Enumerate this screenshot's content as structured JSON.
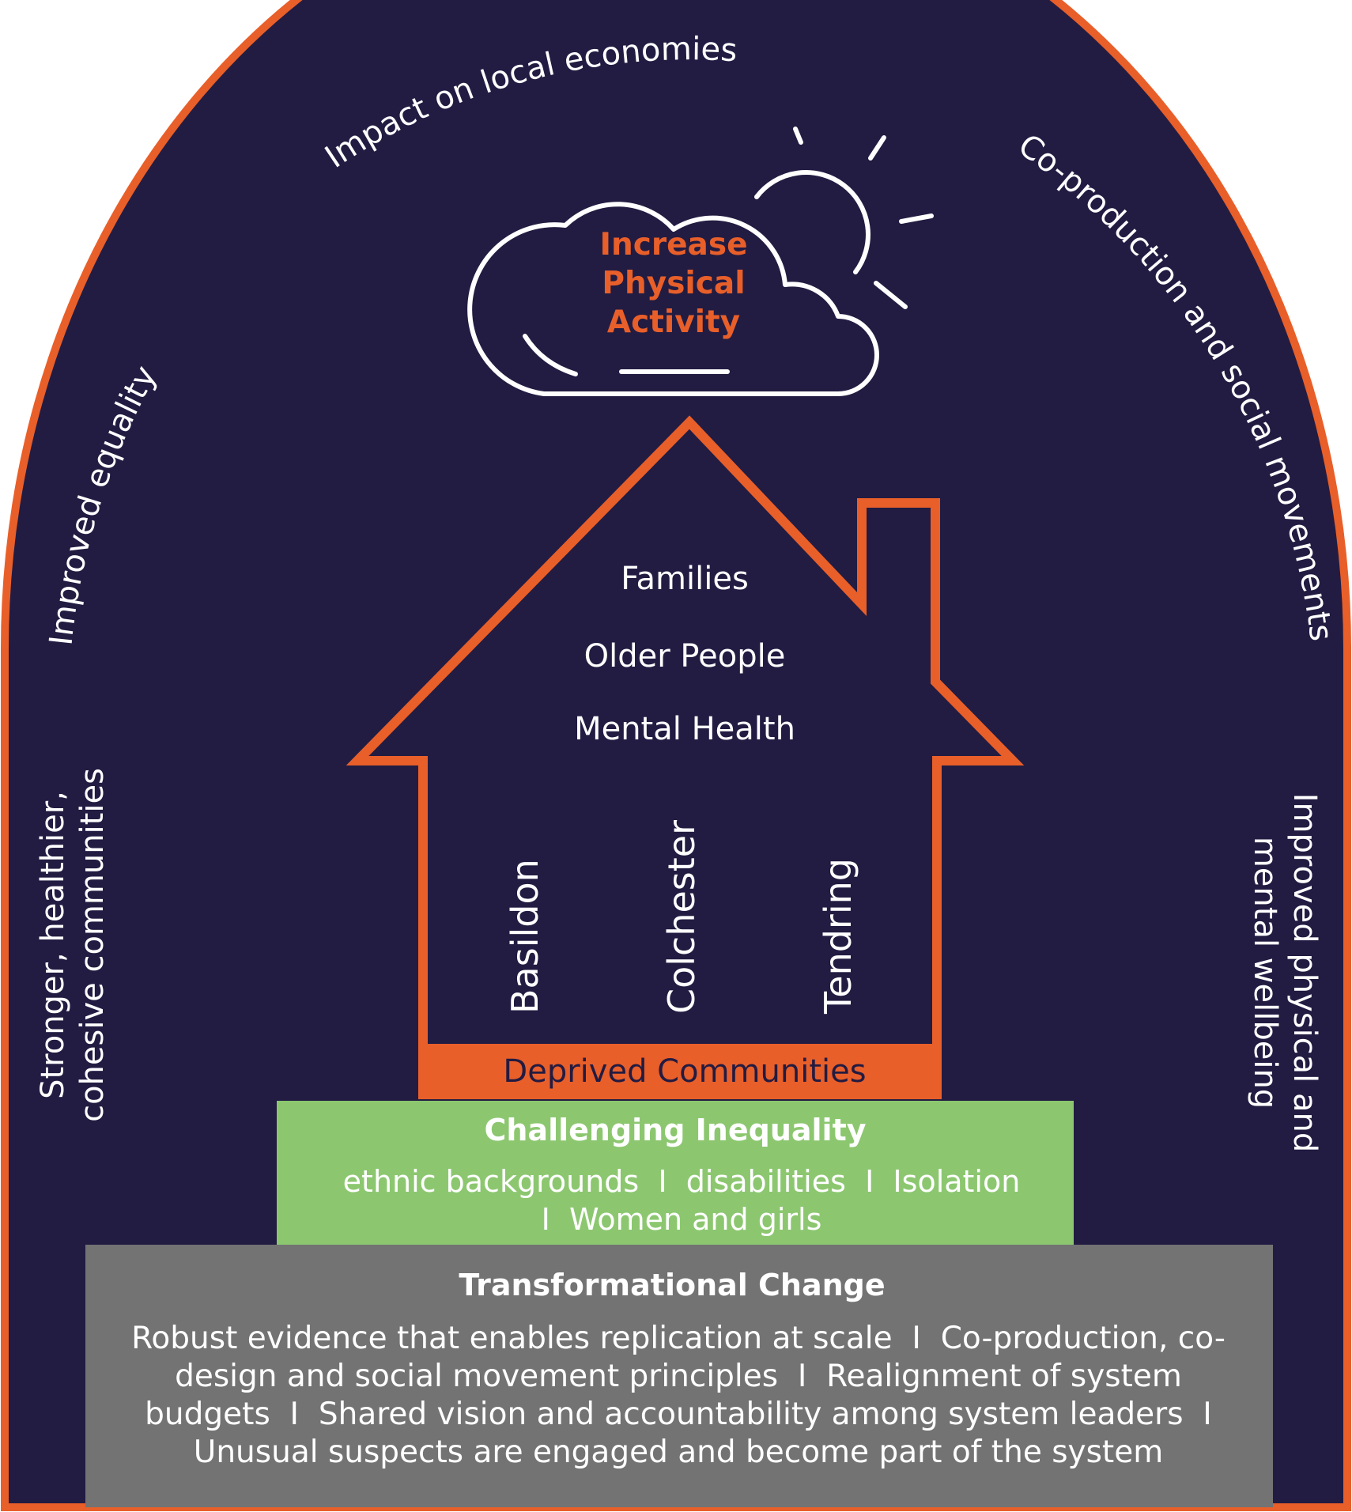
{
  "colors": {
    "background": "#221c42",
    "border_orange": "#e85f2a",
    "challenging_green": "#8cc770",
    "transformational_gray": "#737373",
    "text_white": "#ffffff",
    "text_orange": "#e85f2a"
  },
  "arch": {
    "top_label": "Impact on local economies",
    "right_upper_label": "Co-production and social movements",
    "left_upper_label": "Improved equality",
    "left_lower_label_line1": "Stronger, healthier,",
    "left_lower_label_line2": "cohesive communities",
    "right_lower_label_line1": "Improved physical and",
    "right_lower_label_line2": "mental wellbeing"
  },
  "cloud": {
    "icon": "cloud-sun-icon",
    "line1": "Increase",
    "line2": "Physical",
    "line3": "Activity"
  },
  "house": {
    "icon": "house-outline-icon",
    "priorities": [
      "Families",
      "Older People",
      "Mental Health"
    ],
    "places": [
      "Basildon",
      "Colchester",
      "Tendring"
    ],
    "base_label": "Deprived Communities"
  },
  "challenging": {
    "title": "Challenging Inequality",
    "line1": "ethnic backgrounds  I  disabilities  I  Isolation",
    "line2": "I  Women and girls"
  },
  "transformational": {
    "title": "Transformational Change",
    "line1": "Robust evidence that enables replication at scale  I  Co-production, co-",
    "line2": "design and social movement principles  I  Realignment of system",
    "line3": "budgets  I  Shared vision and accountability among system leaders  I",
    "line4": "Unusual suspects are engaged and become part of the system"
  }
}
